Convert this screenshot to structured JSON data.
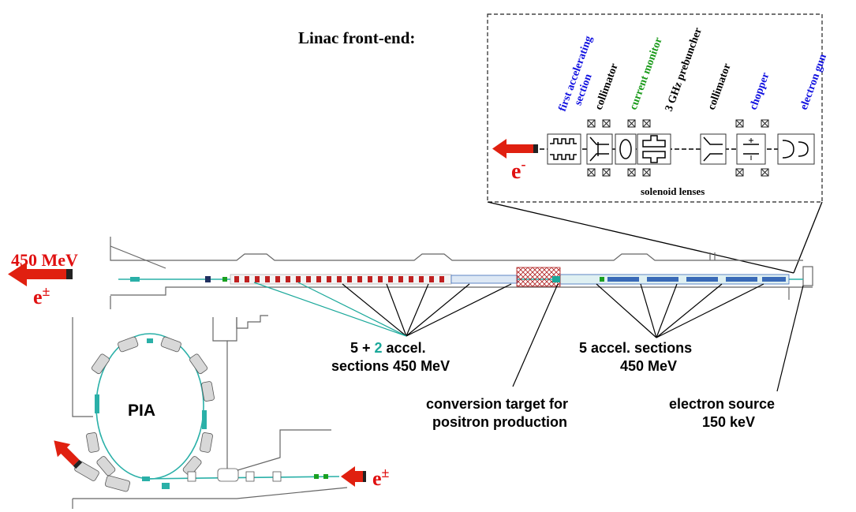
{
  "frontend": {
    "title": "Linac front-end:",
    "components": [
      {
        "line1": "first accelerating",
        "line2": "section",
        "color": "#1010e0"
      },
      {
        "line1": "collimator",
        "line2": "",
        "color": "#000000"
      },
      {
        "line1": "current monitor",
        "line2": "",
        "color": "#1a9a1a"
      },
      {
        "line1": "3 GHz prebuncher",
        "line2": "",
        "color": "#000000"
      },
      {
        "line1": "collimator",
        "line2": "",
        "color": "#000000"
      },
      {
        "line1": "chopper",
        "line2": "",
        "color": "#1010e0"
      },
      {
        "line1": "electron gun",
        "line2": "",
        "color": "#1010e0"
      }
    ],
    "particle": "e",
    "particle_sup": "-",
    "lens_label": "solenoid lenses"
  },
  "beam_out": {
    "energy": "450 MeV",
    "particle": "e",
    "particle_sup": "±"
  },
  "labels": {
    "accel_left_a": "5 + ",
    "accel_left_b": "2",
    "accel_left_c": " accel.",
    "accel_left_line2": "sections 450 MeV",
    "accel_right_line1": "5 accel. sections",
    "accel_right_line2": "450 MeV",
    "conversion_line1": "conversion target for",
    "conversion_line2": "positron production",
    "source_line1": "electron source",
    "source_line2": "150 keV",
    "ring": "PIA"
  },
  "beam_in": {
    "particle": "e",
    "particle_sup": "±"
  },
  "colors": {
    "arrow": "#e02010",
    "label_red": "#e01010",
    "green_accent": "#1aa89a",
    "beamline": "#2ab0a8",
    "red_magnet": "#c02020",
    "blue_section": "#3a6ab8"
  }
}
